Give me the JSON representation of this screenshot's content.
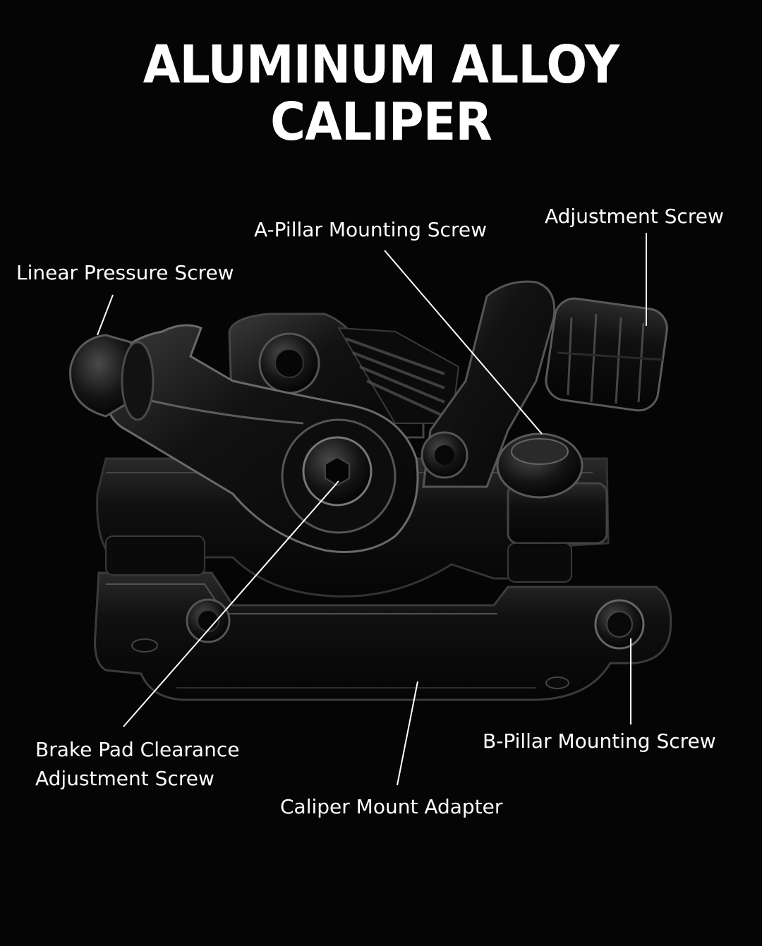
{
  "title": "ALUMINUM ALLOY CALIPER",
  "labels": {
    "linear_pressure_screw": "Linear Pressure Screw",
    "a_pillar_mounting_screw": "A-Pillar Mounting Screw",
    "adjustment_screw": "Adjustment Screw",
    "brake_pad_clearance_line1": "Brake Pad Clearance",
    "brake_pad_clearance_line2": "Adjustment Screw",
    "caliper_mount_adapter": "Caliper Mount Adapter",
    "b_pillar_mounting_screw": "B-Pillar Mounting Screw"
  },
  "colors": {
    "background": "#050505",
    "text": "#ffffff",
    "caliper_body": "#0c0c0c",
    "highlight": "#5a5a5a"
  }
}
